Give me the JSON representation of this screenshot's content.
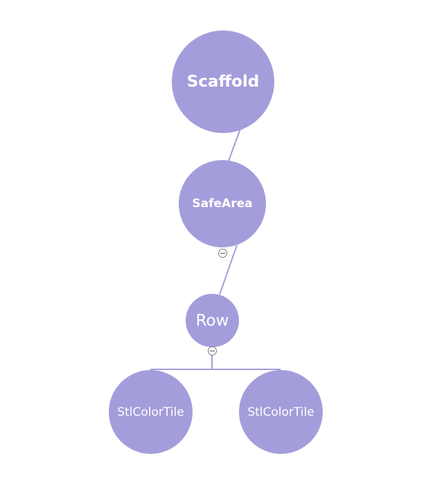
{
  "colors": {
    "node_fill": "#a49ddb",
    "edge": "#a49ddb",
    "label": "#ffffff",
    "background": "#ffffff"
  },
  "nodes": {
    "scaffold": "Scaffold",
    "safearea": "SafeArea",
    "row": "Row",
    "tile_1": "StlColorTile",
    "tile_2": "StlColorTile"
  },
  "toggles": {
    "icon": "collapse-minus-icon"
  }
}
